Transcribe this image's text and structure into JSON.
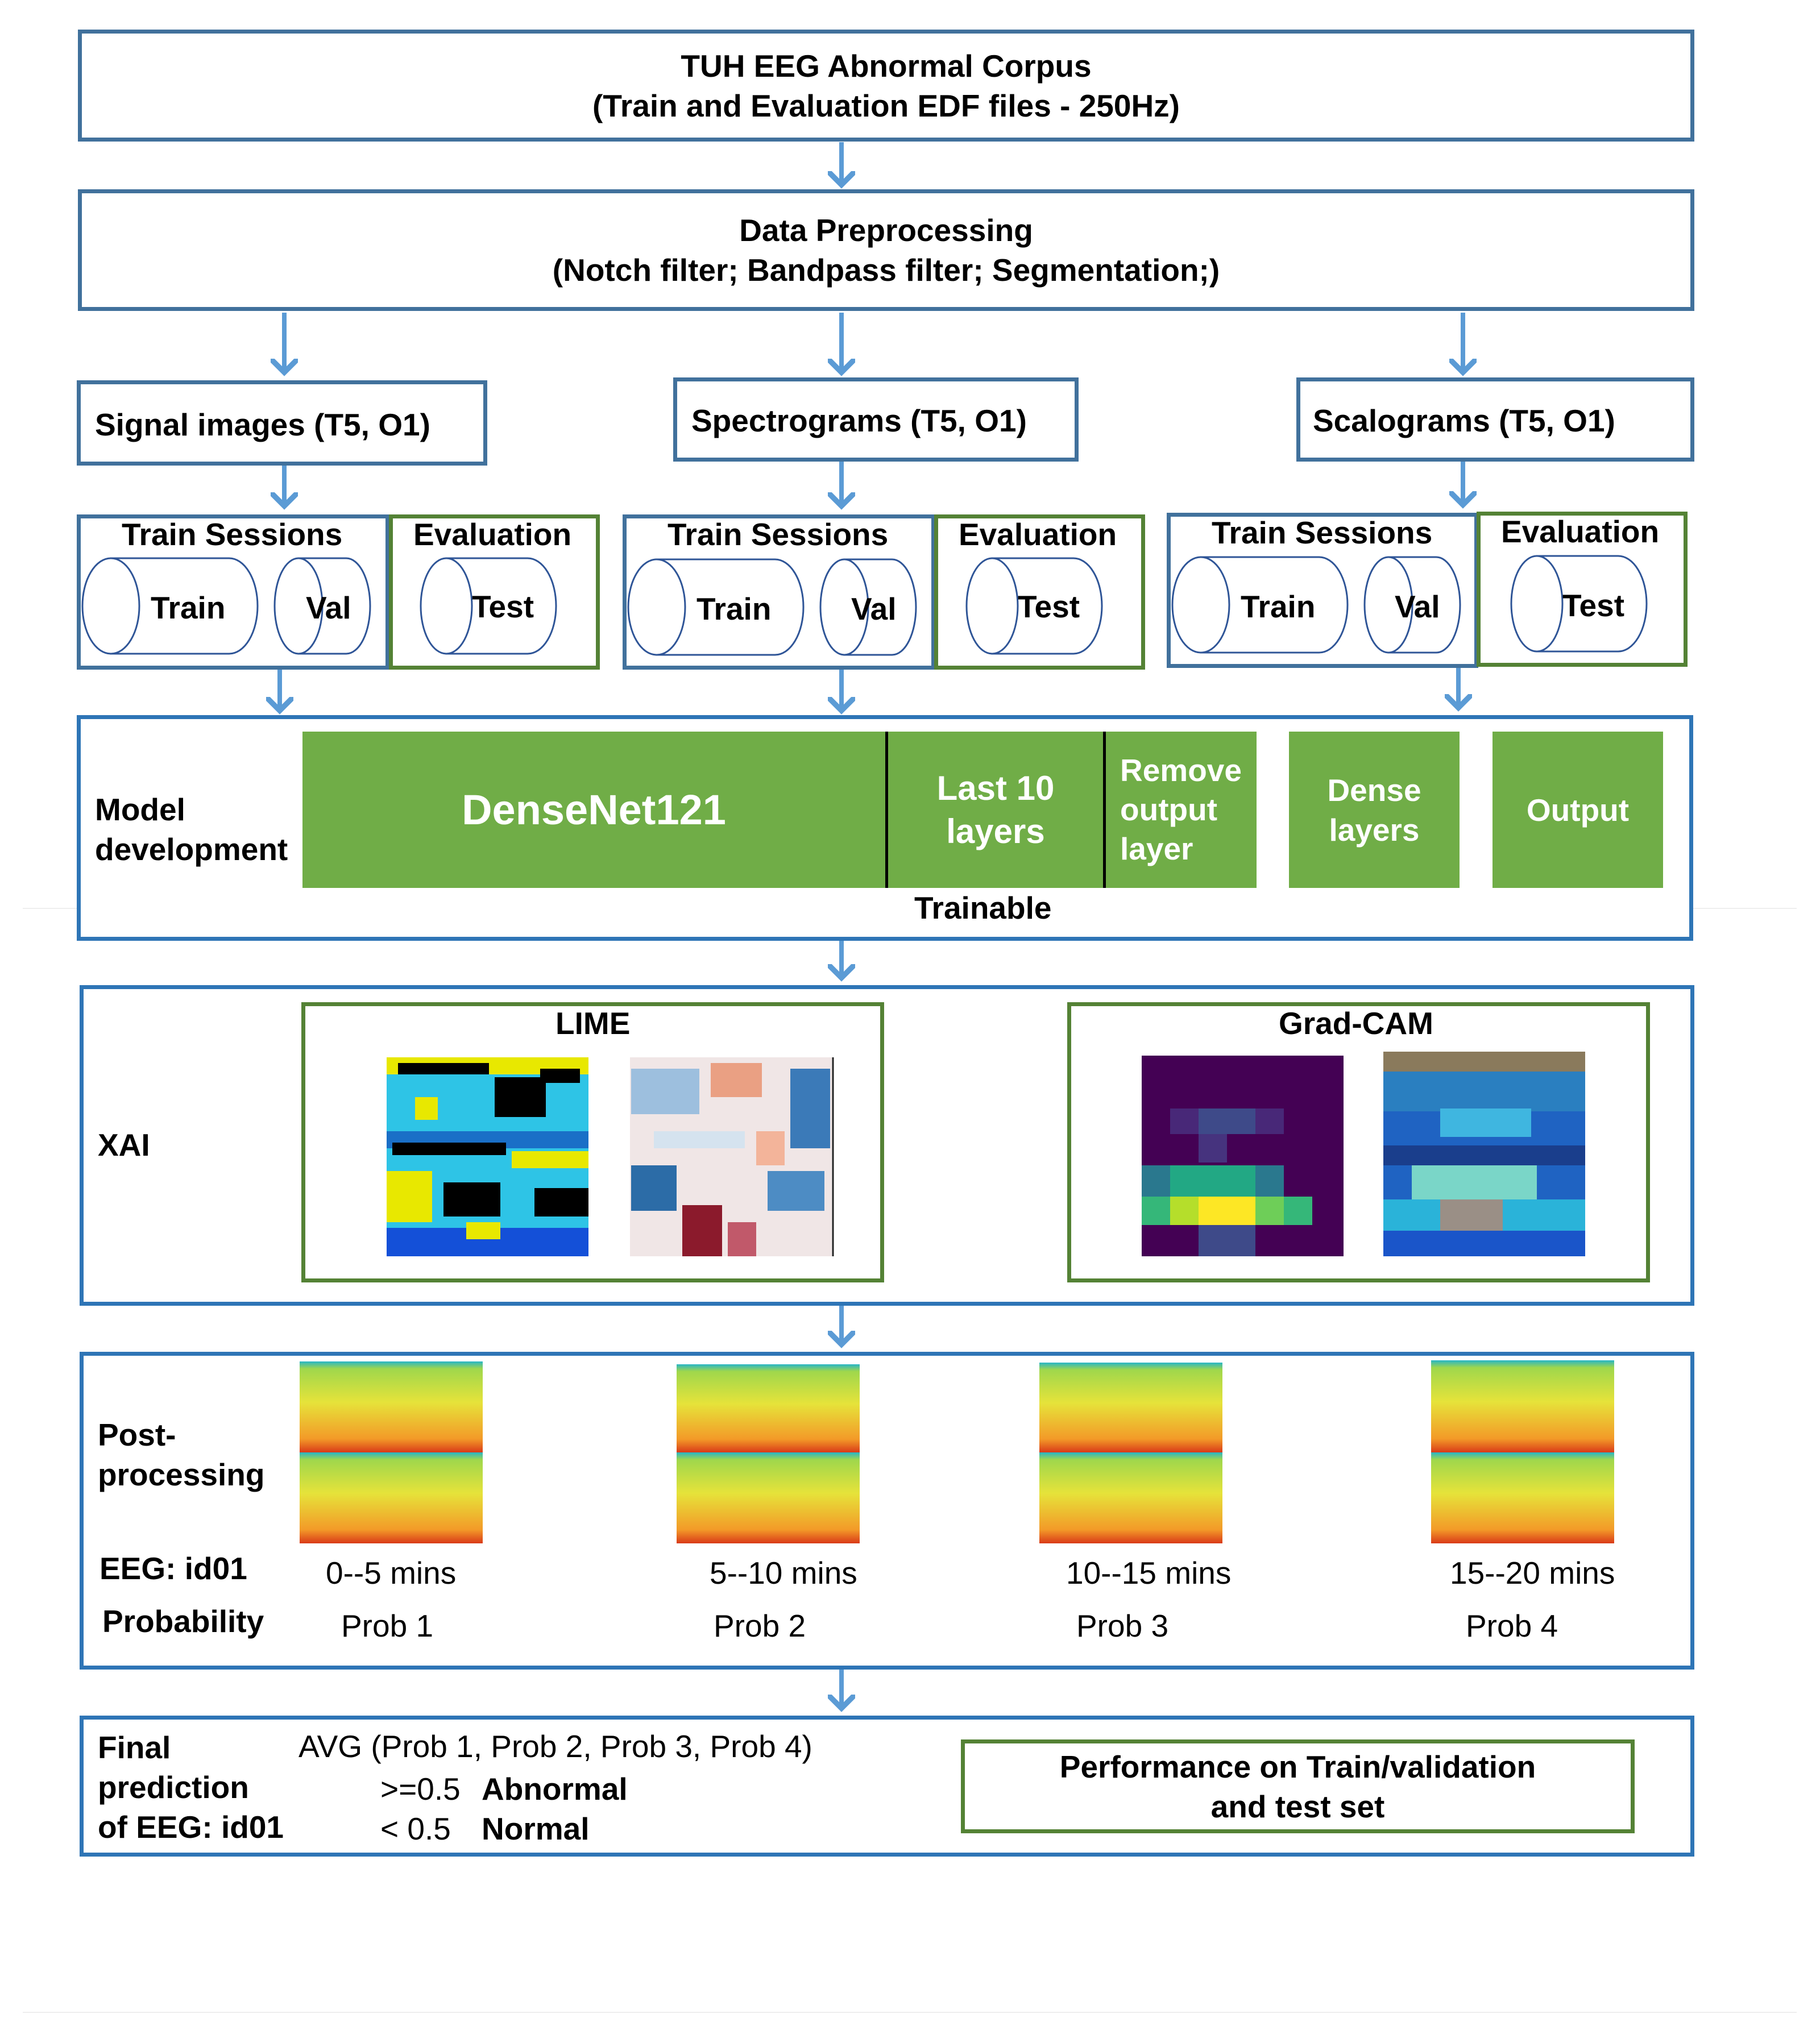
{
  "corpus": {
    "line1": "TUH EEG Abnormal Corpus",
    "line2": "(Train and Evaluation EDF files - 250Hz)"
  },
  "preprocessing": {
    "line1": "Data Preprocessing",
    "line2": "(Notch filter; Bandpass filter; Segmentation;)"
  },
  "branches": [
    {
      "title": "Signal images (T5, O1)"
    },
    {
      "title": "Spectrograms (T5, O1)"
    },
    {
      "title": "Scalograms (T5, O1)"
    }
  ],
  "sessions": {
    "train_sessions": "Train Sessions",
    "evaluation": "Evaluation",
    "train": "Train",
    "val": "Val",
    "test": "Test"
  },
  "model": {
    "label_line1": "Model",
    "label_line2": "development",
    "densenet": "DenseNet121",
    "last10_line1": "Last 10",
    "last10_line2": "layers",
    "remove_line1": "Remove",
    "remove_line2": "output",
    "remove_line3": "layer",
    "dense_line1": "Dense",
    "dense_line2": "layers",
    "output": "Output",
    "trainable": "Trainable"
  },
  "xai": {
    "label": "XAI",
    "lime": "LIME",
    "gradcam": "Grad-CAM"
  },
  "post": {
    "label_line1": "Post-",
    "label_line2": "processing",
    "eeg_label": "EEG: id01",
    "prob_label": "Probability",
    "segments": [
      {
        "time": "0--5 mins",
        "prob": "Prob 1"
      },
      {
        "time": "5--10 mins",
        "prob": "Prob 2"
      },
      {
        "time": "10--15 mins",
        "prob": "Prob 3"
      },
      {
        "time": "15--20 mins",
        "prob": "Prob 4"
      }
    ]
  },
  "final": {
    "label_line1": "Final",
    "label_line2": "prediction",
    "label_line3": "of EEG: id01",
    "avg": "AVG (Prob 1, Prob 2, Prob 3, Prob 4)",
    "ge": ">=0.5",
    "abnormal": "Abnormal",
    "lt": "<  0.5",
    "normal": "Normal",
    "perf_line1": "Performance on Train/validation",
    "perf_line2": "and test set"
  },
  "colors": {
    "box_border": "#41719C",
    "green_border": "#548235",
    "block_fill": "#70AD47",
    "arrow": "#5B9BD5"
  }
}
